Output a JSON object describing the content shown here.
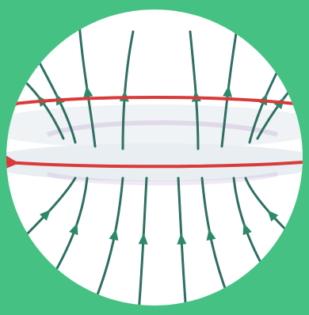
{
  "diagram": {
    "background_color": "#45c283",
    "disc_color": "#ffffff",
    "field_line_color": "#2f6f64",
    "field_arrow_color": "#2d8a68",
    "current_loop_color": "#d93a3a",
    "ring_color": "#e9eef0",
    "ring_highlight_color": "#c8a8d8",
    "field_lines_direction": "up",
    "current_direction_front": "right",
    "current_direction_back": "left"
  }
}
